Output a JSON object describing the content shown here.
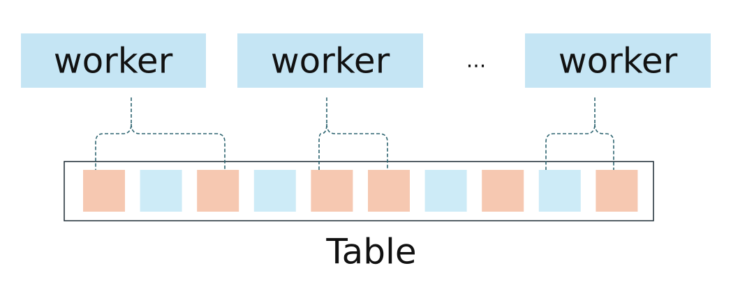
{
  "workers": [
    {
      "label": "worker"
    },
    {
      "label": "worker"
    },
    {
      "label": "worker"
    }
  ],
  "ellipsis": "...",
  "table": {
    "label": "Table",
    "cells": [
      "orange",
      "blue",
      "orange",
      "blue",
      "orange",
      "orange",
      "blue",
      "orange",
      "blue",
      "orange"
    ]
  },
  "colors": {
    "worker_fill": "#c5e5f4",
    "cell_orange": "#f6c8b1",
    "cell_blue": "#cdebf7",
    "connector": "#2d6470"
  }
}
